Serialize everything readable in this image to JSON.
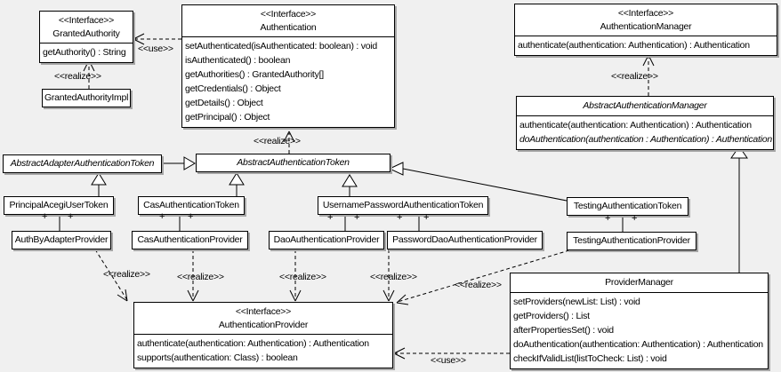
{
  "labels": {
    "use": "<<use>>",
    "realize": "<<realize>>",
    "plus": "+"
  },
  "classes": {
    "granted_authority": {
      "stereotype": "<<Interface>>",
      "name": "GrantedAuthority",
      "methods": [
        "getAuthority() : String"
      ]
    },
    "granted_authority_impl": {
      "name": "GrantedAuthorityImpl"
    },
    "authentication": {
      "stereotype": "<<Interface>>",
      "name": "Authentication",
      "methods": [
        "setAuthenticated(isAuthenticated: boolean) : void",
        "isAuthenticated() : boolean",
        "getAuthorities() : GrantedAuthority[]",
        "getCredentials() : Object",
        "getDetails() : Object",
        "getPrincipal() : Object"
      ]
    },
    "authentication_manager": {
      "stereotype": "<<Interface>>",
      "name": "AuthenticationManager",
      "methods": [
        "authenticate(authentication: Authentication) : Authentication"
      ]
    },
    "abstract_authentication_manager": {
      "name": "AbstractAuthenticationManager",
      "methods": [
        "authenticate(authentication: Authentication) : Authentication",
        "doAuthentication(authentication : Authentication) : Authentication"
      ]
    },
    "abstract_adapter_authentication_token": {
      "name": "AbstractAdapterAuthenticationToken"
    },
    "abstract_authentication_token": {
      "name": "AbstractAuthenticationToken"
    },
    "principal_acegi_user_token": {
      "name": "PrincipalAcegiUserToken"
    },
    "cas_authentication_token": {
      "name": "CasAuthenticationToken"
    },
    "username_password_authentication_token": {
      "name": "UsernamePasswordAuthenticationToken"
    },
    "testing_authentication_token": {
      "name": "TestingAuthenticationToken"
    },
    "auth_by_adapter_provider": {
      "name": "AuthByAdapterProvider"
    },
    "cas_authentication_provider": {
      "name": "CasAuthenticationProvider"
    },
    "dao_authentication_provider": {
      "name": "DaoAuthenticationProvider"
    },
    "password_dao_authentication_provider": {
      "name": "PasswordDaoAuthenticationProvider"
    },
    "testing_authentication_provider": {
      "name": "TestingAuthenticationProvider"
    },
    "authentication_provider": {
      "stereotype": "<<Interface>>",
      "name": "AuthenticationProvider",
      "methods": [
        "authenticate(authentication: Authentication) : Authentication",
        "supports(authentication: Class) : boolean"
      ]
    },
    "provider_manager": {
      "name": "ProviderManager",
      "methods": [
        "setProviders(newList: List) : void",
        "getProviders() : List",
        "afterPropertiesSet() : void",
        "doAuthentication(authentication: Authentication) : Authentication",
        "checkIfValidList(listToCheck: List) : void"
      ]
    }
  },
  "relationships": [
    {
      "from": "Authentication",
      "to": "GrantedAuthority",
      "type": "use"
    },
    {
      "from": "GrantedAuthorityImpl",
      "to": "GrantedAuthority",
      "type": "realize"
    },
    {
      "from": "AbstractAuthenticationToken",
      "to": "Authentication",
      "type": "realize"
    },
    {
      "from": "AbstractAuthenticationManager",
      "to": "AuthenticationManager",
      "type": "realize"
    },
    {
      "from": "AbstractAdapterAuthenticationToken",
      "to": "AbstractAuthenticationToken",
      "type": "generalization"
    },
    {
      "from": "PrincipalAcegiUserToken",
      "to": "AbstractAdapterAuthenticationToken",
      "type": "generalization"
    },
    {
      "from": "CasAuthenticationToken",
      "to": "AbstractAuthenticationToken",
      "type": "generalization"
    },
    {
      "from": "UsernamePasswordAuthenticationToken",
      "to": "AbstractAuthenticationToken",
      "type": "generalization"
    },
    {
      "from": "TestingAuthenticationToken",
      "to": "AbstractAuthenticationToken",
      "type": "generalization"
    },
    {
      "from": "ProviderManager",
      "to": "AbstractAuthenticationManager",
      "type": "generalization"
    },
    {
      "from": "PrincipalAcegiUserToken",
      "to": "AuthByAdapterProvider",
      "type": "association"
    },
    {
      "from": "CasAuthenticationToken",
      "to": "CasAuthenticationProvider",
      "type": "association"
    },
    {
      "from": "UsernamePasswordAuthenticationToken",
      "to": "DaoAuthenticationProvider",
      "type": "association"
    },
    {
      "from": "UsernamePasswordAuthenticationToken",
      "to": "PasswordDaoAuthenticationProvider",
      "type": "association"
    },
    {
      "from": "TestingAuthenticationToken",
      "to": "TestingAuthenticationProvider",
      "type": "association"
    },
    {
      "from": "AuthByAdapterProvider",
      "to": "AuthenticationProvider",
      "type": "realize"
    },
    {
      "from": "CasAuthenticationProvider",
      "to": "AuthenticationProvider",
      "type": "realize"
    },
    {
      "from": "DaoAuthenticationProvider",
      "to": "AuthenticationProvider",
      "type": "realize"
    },
    {
      "from": "PasswordDaoAuthenticationProvider",
      "to": "AuthenticationProvider",
      "type": "realize"
    },
    {
      "from": "TestingAuthenticationProvider",
      "to": "AuthenticationProvider",
      "type": "realize"
    },
    {
      "from": "ProviderManager",
      "to": "AuthenticationProvider",
      "type": "use"
    }
  ]
}
